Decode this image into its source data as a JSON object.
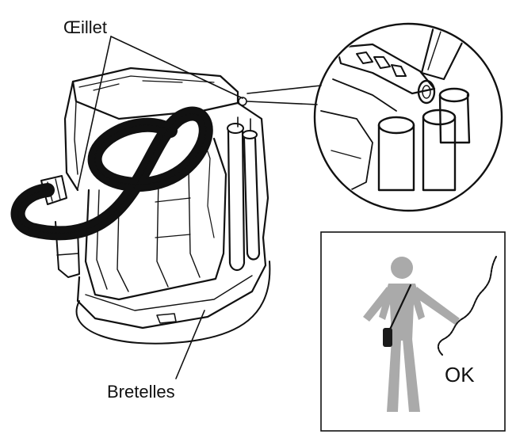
{
  "labels": {
    "eyelet": "Œillet",
    "straps": "Bretelles",
    "ok": "OK"
  },
  "colors": {
    "ink": "#111111",
    "figure_gray": "#aaaaaa",
    "bag": "#1a1a1a",
    "background": "#ffffff"
  }
}
